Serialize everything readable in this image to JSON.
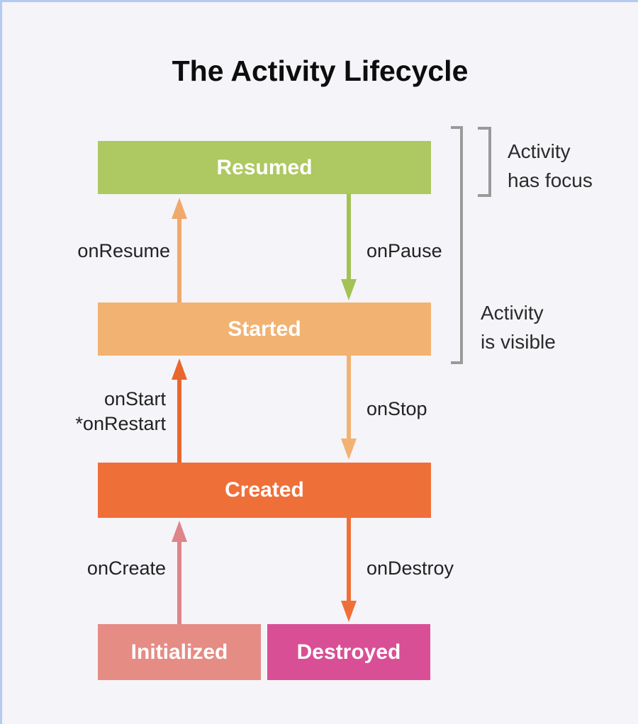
{
  "page": {
    "title": "The Activity Lifecycle",
    "background_color": "#f5f4f8",
    "edge_border_color": "#b3cbf3"
  },
  "states": {
    "resumed": {
      "label": "Resumed",
      "color": "#aec862"
    },
    "started": {
      "label": "Started",
      "color": "#f2b272"
    },
    "created": {
      "label": "Created",
      "color": "#ef6f38"
    },
    "initialized": {
      "label": "Initialized",
      "color": "#e58c84"
    },
    "destroyed": {
      "label": "Destroyed",
      "color": "#d94f96"
    }
  },
  "transitions": {
    "onresume": {
      "label": "onResume",
      "direction": "up",
      "color": "#f0a96b"
    },
    "onpause": {
      "label": "onPause",
      "direction": "down",
      "color": "#a2c256"
    },
    "onstart": {
      "label": "onStart",
      "label_line2": "*onRestart",
      "direction": "up",
      "color": "#e8672e"
    },
    "onstop": {
      "label": "onStop",
      "direction": "down",
      "color": "#f2b273"
    },
    "oncreate": {
      "label": "onCreate",
      "direction": "up",
      "color": "#df8489"
    },
    "ondestroy": {
      "label": "onDestroy",
      "direction": "down",
      "color": "#ef6f38"
    }
  },
  "annotations": {
    "focus": {
      "line1": "Activity",
      "line2": "has focus",
      "bracket_color": "#9a9a9a"
    },
    "visible": {
      "line1": "Activity",
      "line2": "is visible",
      "bracket_color": "#9a9a9a"
    }
  }
}
